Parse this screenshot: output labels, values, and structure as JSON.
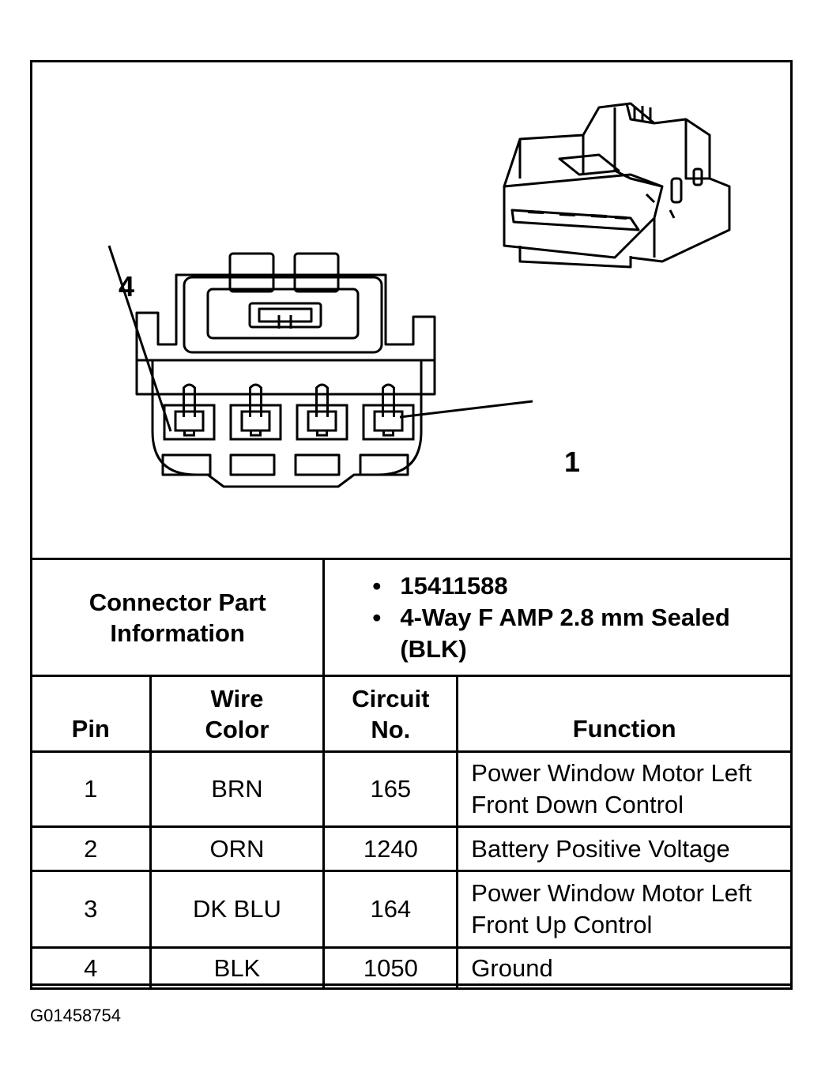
{
  "diagram": {
    "pin_labels": {
      "first": "4",
      "last": "1"
    },
    "pin_count": 4
  },
  "connector_info": {
    "label": "Connector Part Information",
    "items": [
      "15411588",
      "4-Way F AMP 2.8 mm Sealed (BLK)"
    ],
    "bullet_glyph": "•"
  },
  "table": {
    "headers": {
      "pin": "Pin",
      "wire_color": "Wire Color",
      "circuit": "Circuit No.",
      "function": "Function"
    },
    "rows": [
      {
        "pin": "1",
        "wire_color": "BRN",
        "circuit": "165",
        "function": "Power Window Motor Left Front Down Control"
      },
      {
        "pin": "2",
        "wire_color": "ORN",
        "circuit": "1240",
        "function": "Battery Positive Voltage"
      },
      {
        "pin": "3",
        "wire_color": "DK BLU",
        "circuit": "164",
        "function": "Power Window Motor Left Front Up Control"
      },
      {
        "pin": "4",
        "wire_color": "BLK",
        "circuit": "1050",
        "function": "Ground"
      }
    ]
  },
  "figure_code": "G01458754"
}
